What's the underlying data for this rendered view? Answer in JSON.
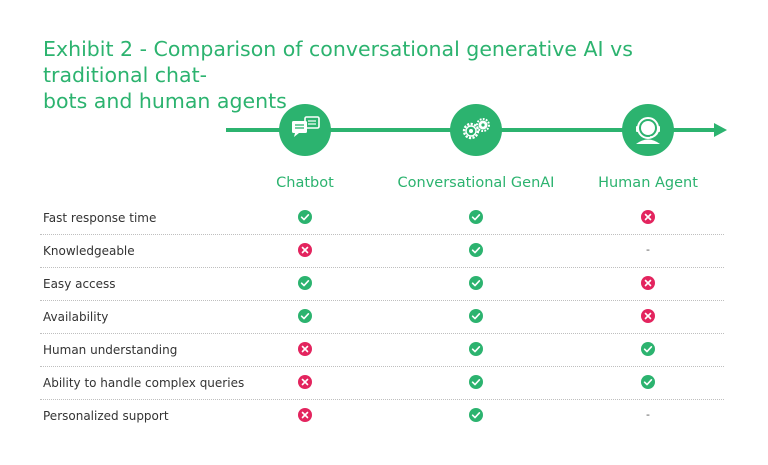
{
  "title": "Exhibit 2 - Comparison of conversational generative AI vs traditional chat-bots and human agents",
  "title_line1": "Exhibit 2 - Comparison of conversational generative AI vs traditional chat-",
  "title_line2": "bots and human agents",
  "colors": {
    "green": "#2cb36f",
    "red": "#e3245e"
  },
  "columns": [
    {
      "label": "Chatbot",
      "icon": "chat-bubbles-icon"
    },
    {
      "label": "Conversational GenAI",
      "icon": "gears-icon"
    },
    {
      "label": "Human Agent",
      "icon": "headset-agent-icon"
    }
  ],
  "rows": [
    {
      "label": "Fast response time",
      "values": [
        "check",
        "check",
        "cross"
      ]
    },
    {
      "label": "Knowledgeable",
      "values": [
        "cross",
        "check",
        "-"
      ]
    },
    {
      "label": "Easy access",
      "values": [
        "check",
        "check",
        "cross"
      ]
    },
    {
      "label": "Availability",
      "values": [
        "check",
        "check",
        "cross"
      ]
    },
    {
      "label": "Human understanding",
      "values": [
        "cross",
        "check",
        "check"
      ]
    },
    {
      "label": "Ability to handle complex queries",
      "values": [
        "cross",
        "check",
        "check"
      ]
    },
    {
      "label": "Personalized support",
      "values": [
        "cross",
        "check",
        "-"
      ]
    }
  ]
}
